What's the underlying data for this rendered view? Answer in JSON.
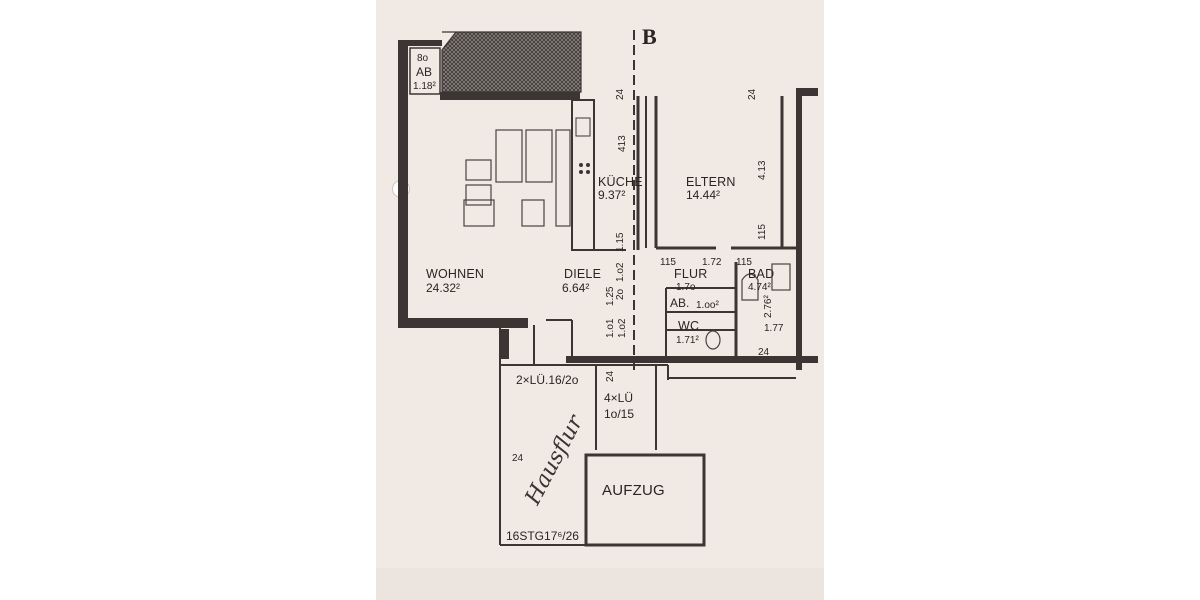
{
  "plan": {
    "axis_marker": "B",
    "rooms": {
      "abstell_top": {
        "name": "AB",
        "area": "1.18²",
        "dim": "8o"
      },
      "kueche": {
        "name": "KÜCHE",
        "area": "9.37²",
        "dim_v": "413"
      },
      "eltern": {
        "name": "ELTERN",
        "area": "14.44²",
        "dim_v": "4.13"
      },
      "wohnen": {
        "name": "WOHNEN",
        "area": "24.32²"
      },
      "diele": {
        "name": "DIELE",
        "area": "6.64²"
      },
      "flur": {
        "name": "FLUR",
        "area": "1.7o",
        "dim": "1.72"
      },
      "bad": {
        "name": "BAD",
        "area": "4.74²",
        "dim_v": "2.76²",
        "dim": "1.77"
      },
      "abstell_mid": {
        "name": "AB.",
        "area": "1.oo²"
      },
      "wc": {
        "name": "WC",
        "area": "1.71²"
      }
    },
    "dims": {
      "d24_top_a": "24",
      "d24_top_b": "24",
      "d115_a": "1.15",
      "d115_b": "115",
      "d115_c": "115",
      "d115_d": "115",
      "d102": "1.o2",
      "d125": "1.25",
      "d20": "2o",
      "d101": "1.o1",
      "d24_mid": "24",
      "d24_bad": "24",
      "d24_lower": "24",
      "d102_b": "1.o2"
    },
    "vents": {
      "left": "2×LÜ.16/2o",
      "center_a": "4×LÜ",
      "center_b": "1o/15"
    },
    "aufzug": "AUFZUG",
    "stair": "16STG17⁶/26",
    "handwriting": "Hausflur"
  }
}
